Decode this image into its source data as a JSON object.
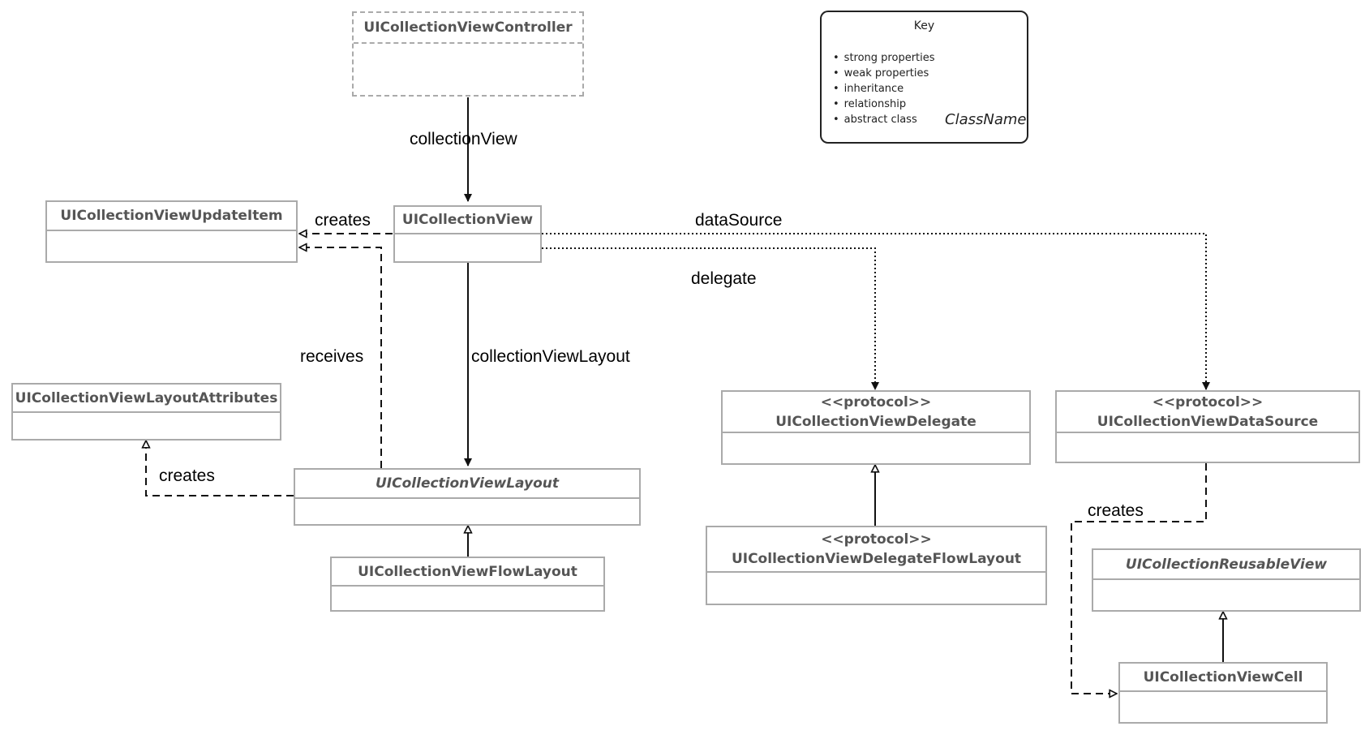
{
  "classes": {
    "controller": {
      "name": "UICollectionViewController"
    },
    "update_item": {
      "name": "UICollectionViewUpdateItem"
    },
    "collection_view": {
      "name": "UICollectionView"
    },
    "layout_attributes": {
      "name": "UICollectionViewLayoutAttributes"
    },
    "layout": {
      "name": "UICollectionViewLayout",
      "abstract": true
    },
    "flow_layout": {
      "name": "UICollectionViewFlowLayout"
    },
    "delegate": {
      "stereotype": "<<protocol>>",
      "name": "UICollectionViewDelegate"
    },
    "data_source": {
      "stereotype": "<<protocol>>",
      "name": "UICollectionViewDataSource"
    },
    "delegate_flow_layout": {
      "stereotype": "<<protocol>>",
      "name": "UICollectionViewDelegateFlowLayout"
    },
    "reusable_view": {
      "name": "UICollectionReusableView",
      "abstract": true
    },
    "cell": {
      "name": "UICollectionViewCell"
    }
  },
  "relations": {
    "collection_view": "collectionView",
    "creates_update_item": "creates",
    "data_source": "dataSource",
    "delegate": "delegate",
    "receives": "receives",
    "collection_view_layout": "collectionViewLayout",
    "creates_attributes": "creates",
    "creates_cell": "creates"
  },
  "key": {
    "title": "Key",
    "items": [
      "strong properties",
      "weak properties",
      "inheritance",
      "relationship",
      "abstract class"
    ],
    "classname_sample": "ClassName"
  }
}
